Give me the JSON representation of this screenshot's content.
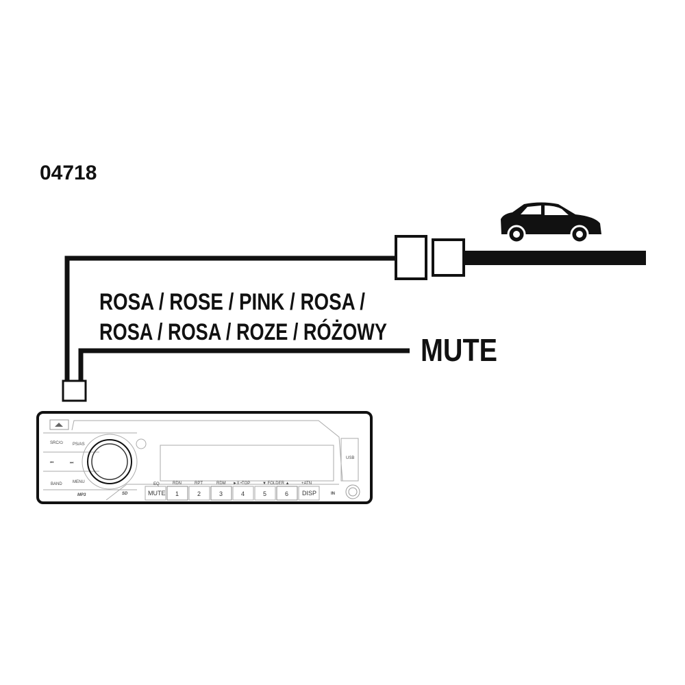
{
  "code": "04718",
  "color_label_line1": "ROSA / ROSE / PINK / ROSA /",
  "color_label_line2": "ROSA / ROSA / ROZE / RÓŻOWY",
  "mute_label": "MUTE",
  "radio": {
    "src": "SRC/⏻",
    "psas": "PS/AS",
    "prev": "⏮",
    "next": "⏭",
    "band": "BAND",
    "menu": "MENU",
    "mp3": "MP3",
    "sd": "SD",
    "usb": "USB",
    "in": "IN",
    "top_labels": [
      "EQ",
      "RDN",
      "RPT",
      "RDM",
      "►II •TOP",
      "▼ FOLDER ▲",
      "+ATN"
    ],
    "buttons": [
      "MUTE",
      "1",
      "2",
      "3",
      "4",
      "5",
      "6",
      "DISP"
    ]
  },
  "colors": {
    "line": "#111111"
  }
}
